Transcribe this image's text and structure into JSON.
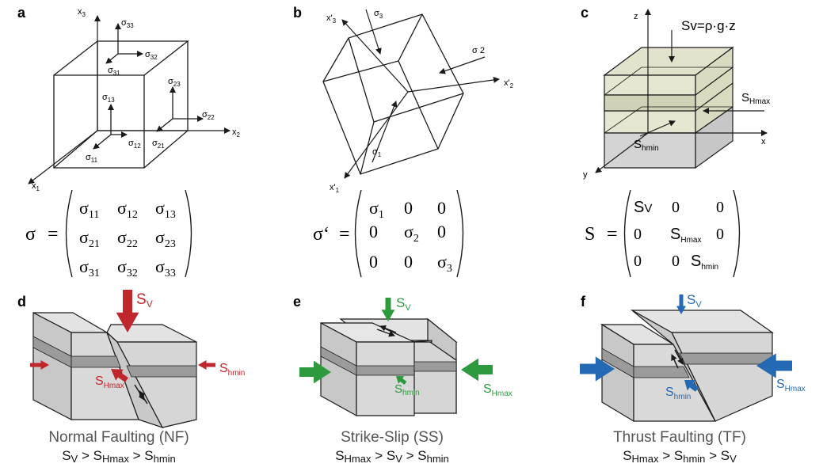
{
  "panels": {
    "a": {
      "label": "a",
      "axes": {
        "x1": "x",
        "x1_sub": "1",
        "x2": "x",
        "x2_sub": "2",
        "x3": "x",
        "x3_sub": "3"
      },
      "stresses": {
        "s11": "11",
        "s12": "12",
        "s13": "13",
        "s21": "21",
        "s22": "22",
        "s23": "23",
        "s31": "31",
        "s32": "32",
        "s33": "33"
      },
      "symbol": "σ",
      "matrix": {
        "lhs": "σ",
        "eq": "=",
        "cells": [
          [
            "11",
            "12",
            "13"
          ],
          [
            "21",
            "22",
            "23"
          ],
          [
            "31",
            "32",
            "33"
          ]
        ]
      }
    },
    "b": {
      "label": "b",
      "axes": {
        "x1": "x'",
        "x1_sub": "1",
        "x2": "x'",
        "x2_sub": "2",
        "x3": "x'",
        "x3_sub": "3"
      },
      "stresses": {
        "s1": "σ",
        "s1_sub": "1",
        "s2": "σ 2",
        "s3": "σ",
        "s3_sub": "3"
      },
      "matrix": {
        "lhs": "σ‘",
        "eq": "=",
        "cells": [
          [
            "σ",
            "0",
            "0"
          ],
          [
            "0",
            "σ",
            "0"
          ],
          [
            "0",
            "0",
            "σ"
          ]
        ],
        "subs": [
          "1",
          "2",
          "3"
        ]
      }
    },
    "c": {
      "label": "c",
      "sv_formula": "Sv=ρ·g·z",
      "axes": {
        "x": "x",
        "y": "y",
        "z": "z"
      },
      "shmax": "S",
      "shmax_sub": "Hmax",
      "shmin": "S",
      "shmin_sub": "hmin",
      "matrix": {
        "lhs": "S",
        "eq": "=",
        "diag": [
          {
            "main": "S",
            "sub": "V"
          },
          {
            "main": "S",
            "sub": "Hmax"
          },
          {
            "main": "S",
            "sub": "hmin"
          }
        ],
        "zero": "0"
      }
    },
    "d": {
      "label": "d",
      "color": "#c0272d",
      "sv": "S",
      "sv_sub": "V",
      "shmax": "S",
      "shmax_sub": "Hmax",
      "shmin": "S",
      "shmin_sub": "hmin",
      "title": "Normal Faulting (NF)",
      "order": [
        {
          "s": "S",
          "sub": "V"
        },
        {
          "s": "S",
          "sub": "Hmax"
        },
        {
          "s": "S",
          "sub": "hmin"
        }
      ],
      "gt": ">"
    },
    "e": {
      "label": "e",
      "color": "#2e9a3e",
      "sv": "S",
      "sv_sub": "V",
      "shmax": "S",
      "shmax_sub": "Hmax",
      "shmin": "S",
      "shmin_sub": "hmin",
      "title": "Strike-Slip (SS)",
      "order": [
        {
          "s": "S",
          "sub": "Hmax"
        },
        {
          "s": "S",
          "sub": "V"
        },
        {
          "s": "S",
          "sub": "hmin"
        }
      ],
      "gt": ">"
    },
    "f": {
      "label": "f",
      "color": "#2469b3",
      "sv": "S",
      "sv_sub": "V",
      "shmax": "S",
      "shmax_sub": "Hmax",
      "shmin": "S",
      "shmin_sub": "hmin",
      "title": "Thrust Faulting (TF)",
      "order": [
        {
          "s": "S",
          "sub": "Hmax"
        },
        {
          "s": "S",
          "sub": "hmin"
        },
        {
          "s": "S",
          "sub": "V"
        }
      ],
      "gt": ">"
    }
  },
  "colors": {
    "line": "#1a1a1a",
    "block": "#d9d9d9",
    "blockDark": "#bdbdbd",
    "band": "#9b9b9b",
    "layerFill": "#e6e6d2",
    "layerMid": "#cfcfb5",
    "baseFill": "#d4d4d4"
  }
}
